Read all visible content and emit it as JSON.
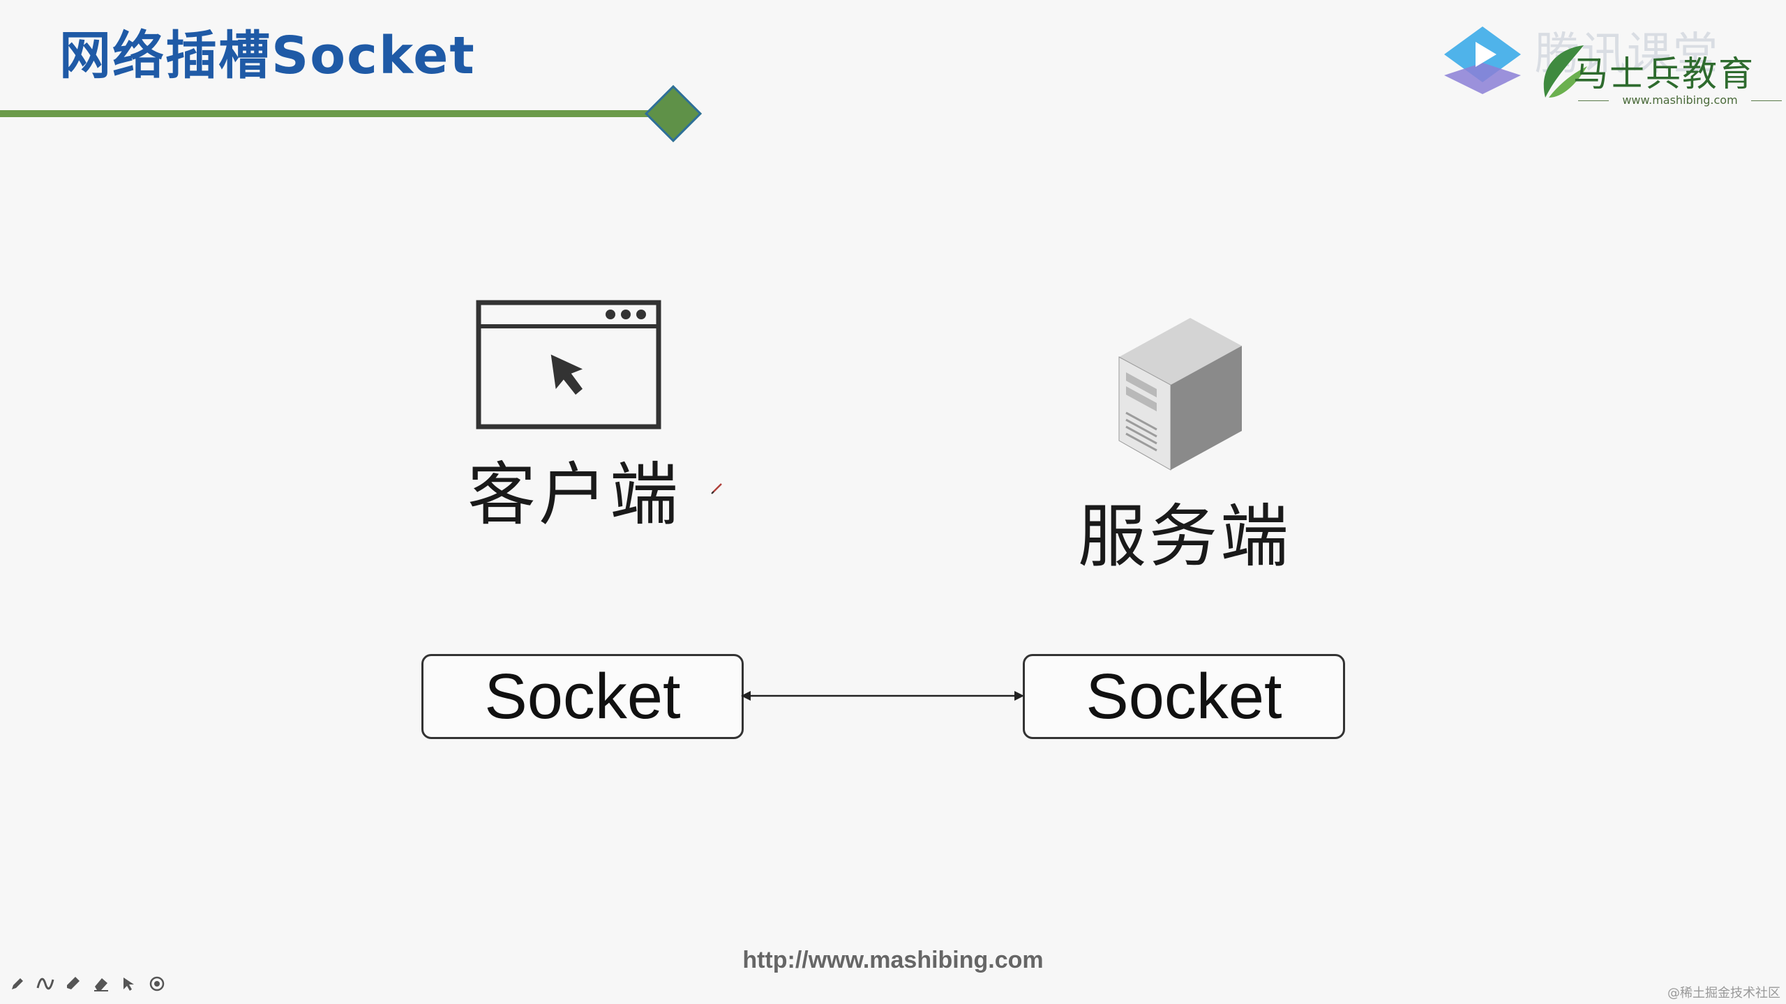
{
  "slide": {
    "title": "网络插槽Socket",
    "footer_url": "http://www.mashibing.com",
    "watermark": "@稀土掘金技术社区"
  },
  "brand": {
    "top_text": "腾讯课堂",
    "name": "马士兵教育",
    "url": "www.mashibing.com"
  },
  "diagram": {
    "client_label": "客户端",
    "server_label": "服务端",
    "socket_left": "Socket",
    "socket_right": "Socket"
  },
  "colors": {
    "title": "#1f5aa6",
    "rule": "#6b9a4a",
    "diamond_border": "#2e6f9a"
  },
  "toolbar": {
    "icons": [
      "pen-icon",
      "curve-icon",
      "highlighter-icon",
      "eraser-icon",
      "pointer-icon",
      "record-icon"
    ]
  }
}
